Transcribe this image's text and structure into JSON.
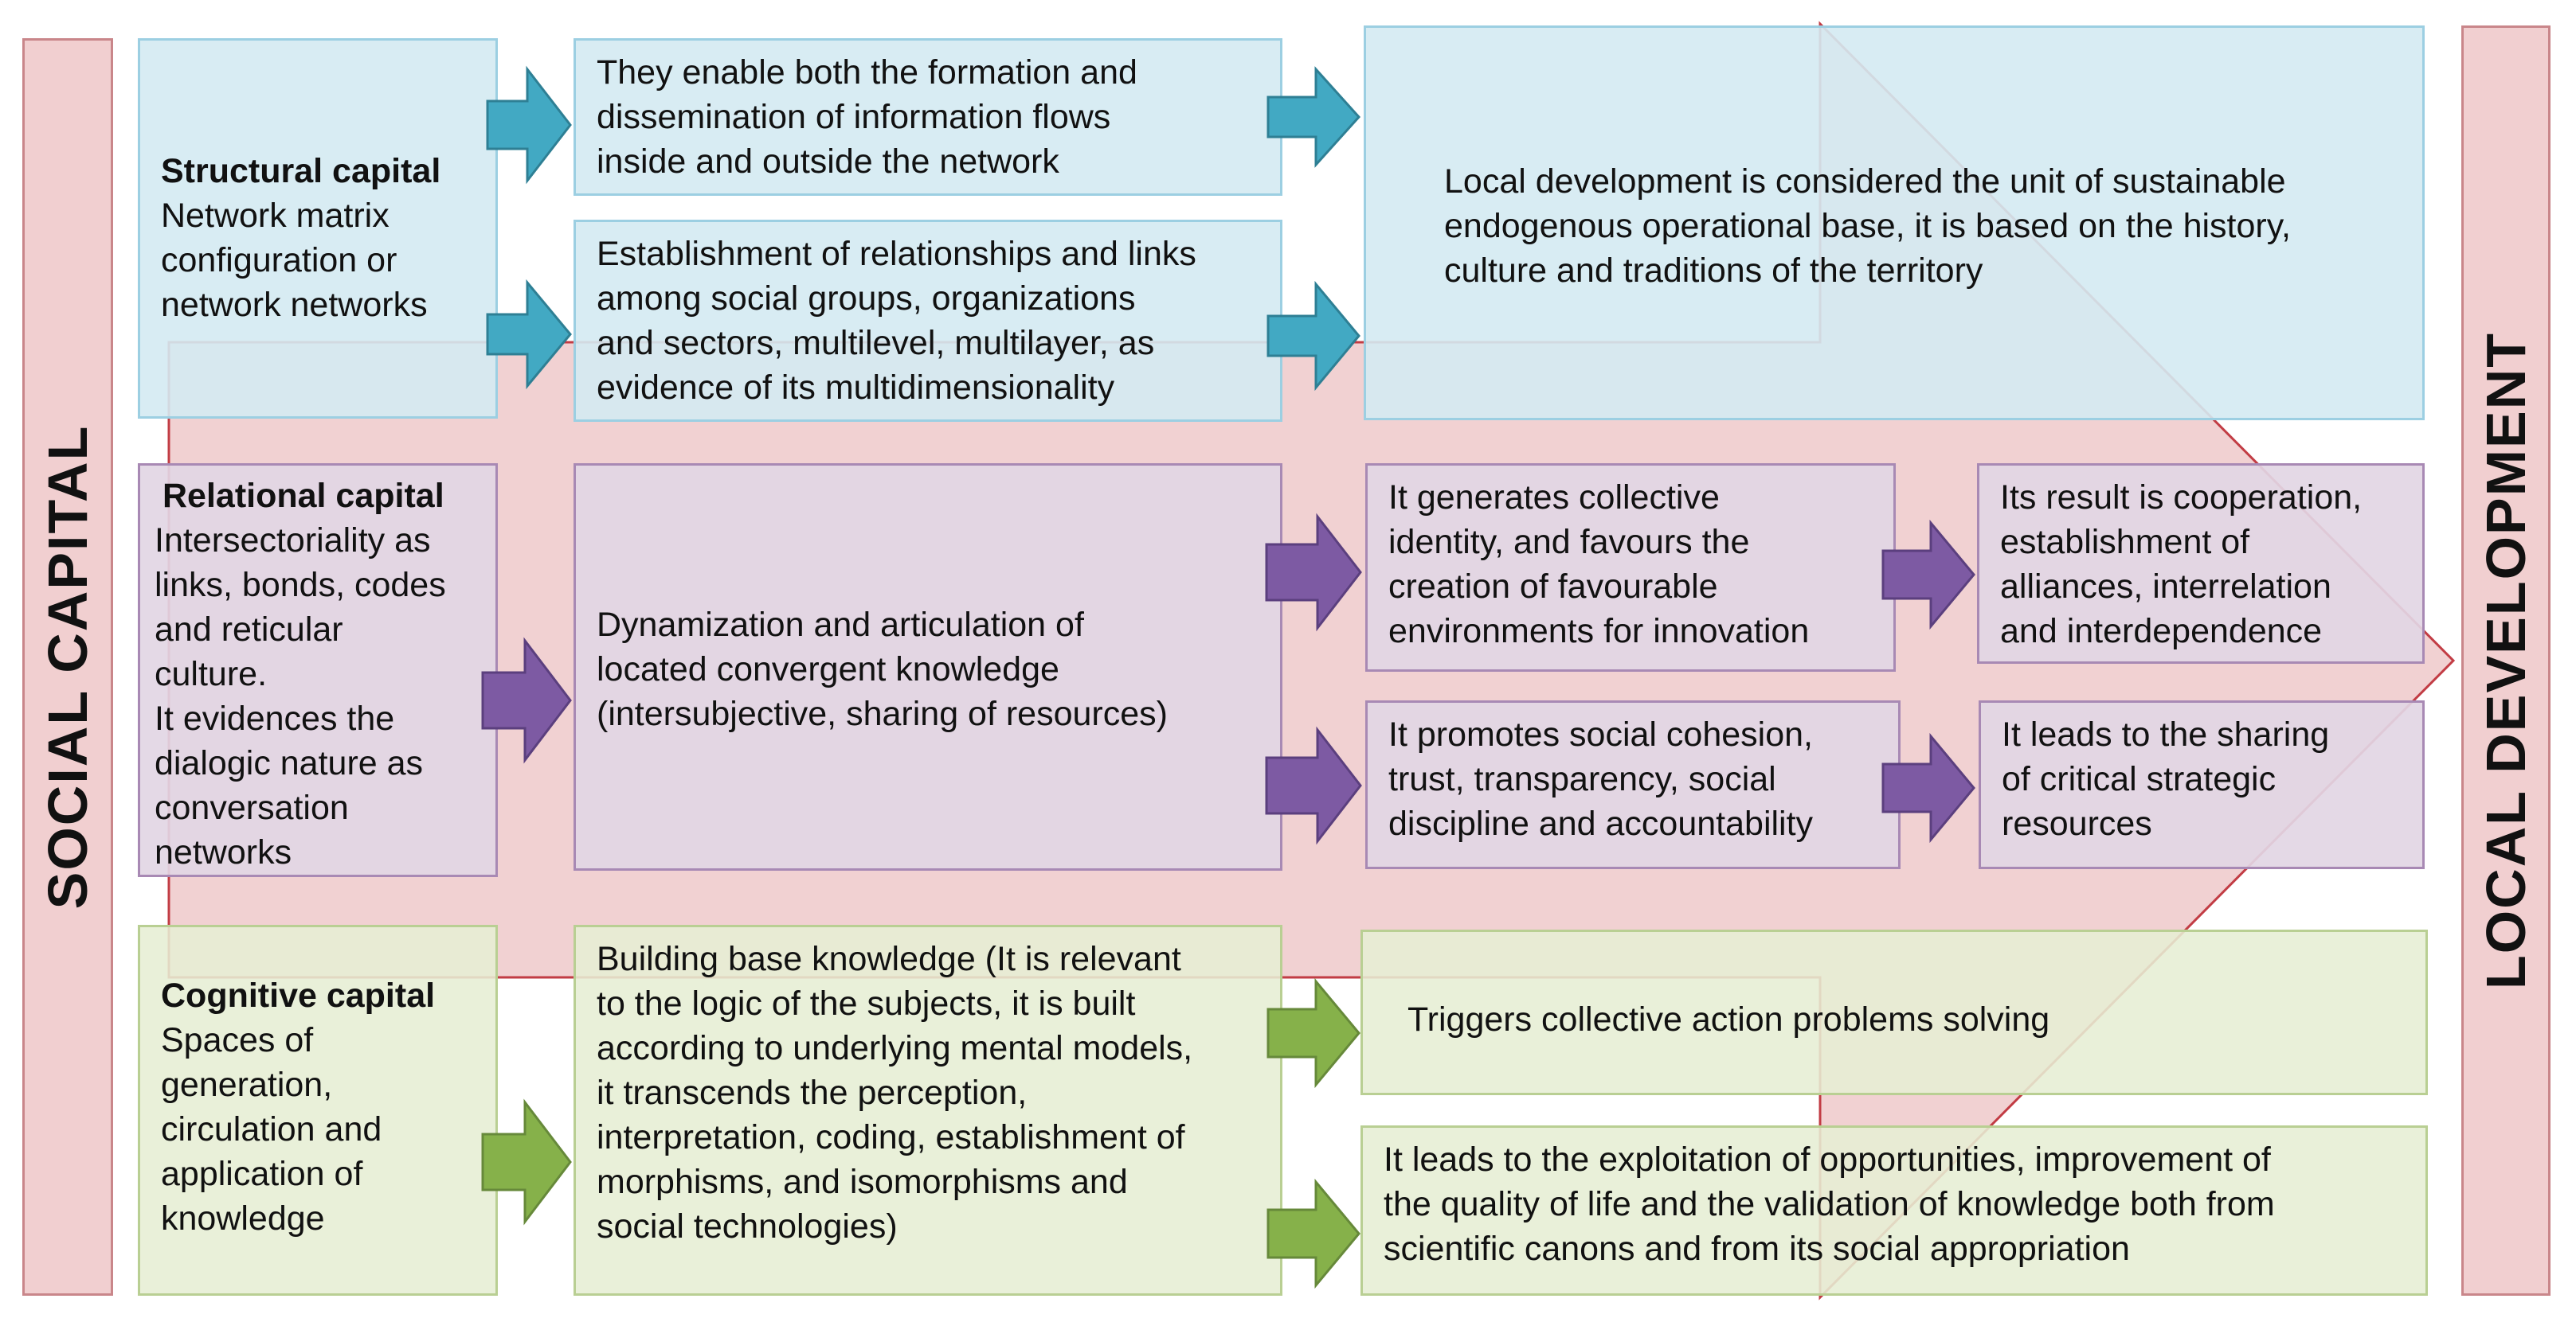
{
  "left_label": "SOCIAL CAPITAL",
  "right_label": "LOCAL DEVELOPMENT",
  "colors": {
    "big_arrow": "#efcccd",
    "big_arrow_border": "#c23c44",
    "blue_arrow": "#42a9c3",
    "purple_arrow": "#7d5aa3",
    "green_arrow": "#86b14a"
  },
  "structural": {
    "title": "Structural capital",
    "lines": [
      "Network matrix",
      "configuration or",
      "network networks"
    ],
    "info_flows": [
      "They enable both the formation and",
      "dissemination of information flows",
      "inside and outside the network"
    ],
    "relationships": [
      "Establishment of relationships and links",
      "among social groups, organizations",
      "and sectors, multilevel, multilayer, as",
      "evidence of its multidimensionality"
    ],
    "outcome": [
      "Local development is considered the unit of sustainable",
      "endogenous operational base, it is based on the history,",
      "culture and traditions of the territory"
    ]
  },
  "relational": {
    "title": "Relational capital",
    "lines": [
      "Intersectoriality as",
      "links, bonds, codes",
      "and reticular",
      "culture.",
      "It evidences the",
      "dialogic nature as",
      "conversation",
      "networks"
    ],
    "center": [
      "Dynamization and articulation of",
      "located convergent knowledge",
      "(intersubjective, sharing of resources)"
    ],
    "identity": [
      "It generates collective",
      "identity, and favours the",
      "creation of favourable",
      "environments for innovation"
    ],
    "cooperation": [
      "Its result is cooperation,",
      "establishment of",
      "alliances, interrelation",
      "and interdependence"
    ],
    "cohesion": [
      "It promotes social cohesion,",
      "trust, transparency, social",
      "discipline and accountability"
    ],
    "sharing": [
      "It leads to the sharing",
      "of critical strategic",
      "resources"
    ]
  },
  "cognitive": {
    "title": "Cognitive capital",
    "lines": [
      "Spaces of",
      "generation,",
      "circulation and",
      "application of",
      "knowledge"
    ],
    "center": [
      "Building base knowledge (It is relevant",
      "to the logic of the subjects, it  is built",
      "according to underlying mental models,",
      "it transcends the perception,",
      "interpretation, coding, establishment of",
      "morphisms, and isomorphisms and",
      "social technologies)"
    ],
    "triggers": [
      "Triggers collective action problems solving"
    ],
    "exploitation": [
      "It leads to the exploitation of opportunities, improvement of",
      "the quality of life and the validation of knowledge both from",
      "scientific canons and from its social appropriation"
    ]
  }
}
